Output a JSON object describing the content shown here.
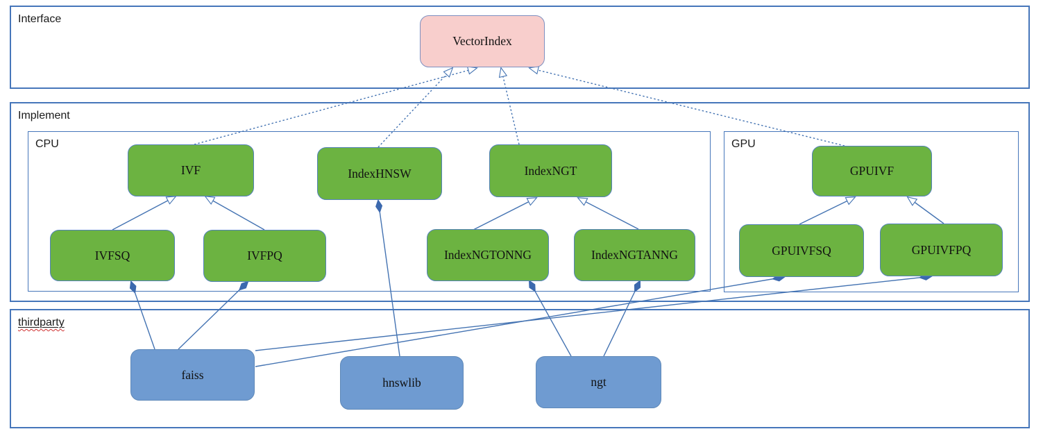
{
  "containers": {
    "interface": "Interface",
    "implement": "Implement",
    "cpu": "CPU",
    "gpu": "GPU",
    "thirdparty": "thirdparty"
  },
  "nodes": {
    "vectorindex": "VectorIndex",
    "ivf": "IVF",
    "indexhnsw": "IndexHNSW",
    "indexngt": "IndexNGT",
    "ivfsq": "IVFSQ",
    "ivfpq": "IVFPQ",
    "indexngtonng": "IndexNGTONNG",
    "indexngtanng": "IndexNGTANNG",
    "gpuivf": "GPUIVF",
    "gpuivfsq": "GPUIVFSQ",
    "gpuivfpq": "GPUIVFPQ",
    "faiss": "faiss",
    "hnswlib": "hnswlib",
    "ngt": "ngt"
  },
  "edges": [
    {
      "from": "ivf",
      "to": "vectorindex",
      "relation": "realization",
      "line": "dashed",
      "marker": "hollow-triangle"
    },
    {
      "from": "indexhnsw",
      "to": "vectorindex",
      "relation": "realization",
      "line": "dashed",
      "marker": "hollow-triangle"
    },
    {
      "from": "indexngt",
      "to": "vectorindex",
      "relation": "realization",
      "line": "dashed",
      "marker": "hollow-triangle"
    },
    {
      "from": "gpuivf",
      "to": "vectorindex",
      "relation": "realization",
      "line": "dashed",
      "marker": "hollow-triangle"
    },
    {
      "from": "ivfsq",
      "to": "ivf",
      "relation": "generalization",
      "line": "solid",
      "marker": "hollow-triangle"
    },
    {
      "from": "ivfpq",
      "to": "ivf",
      "relation": "generalization",
      "line": "solid",
      "marker": "hollow-triangle"
    },
    {
      "from": "indexngtonng",
      "to": "indexngt",
      "relation": "generalization",
      "line": "solid",
      "marker": "hollow-triangle"
    },
    {
      "from": "indexngtanng",
      "to": "indexngt",
      "relation": "generalization",
      "line": "solid",
      "marker": "hollow-triangle"
    },
    {
      "from": "gpuivfsq",
      "to": "gpuivf",
      "relation": "generalization",
      "line": "solid",
      "marker": "hollow-triangle"
    },
    {
      "from": "gpuivfpq",
      "to": "gpuivf",
      "relation": "generalization",
      "line": "solid",
      "marker": "hollow-triangle"
    },
    {
      "from": "faiss",
      "to": "ivfsq",
      "relation": "composition",
      "line": "solid",
      "marker": "filled-diamond"
    },
    {
      "from": "faiss",
      "to": "ivfpq",
      "relation": "composition",
      "line": "solid",
      "marker": "filled-diamond"
    },
    {
      "from": "faiss",
      "to": "gpuivfsq",
      "relation": "composition",
      "line": "solid",
      "marker": "filled-diamond"
    },
    {
      "from": "faiss",
      "to": "gpuivfpq",
      "relation": "composition",
      "line": "solid",
      "marker": "filled-diamond"
    },
    {
      "from": "hnswlib",
      "to": "indexhnsw",
      "relation": "composition",
      "line": "solid",
      "marker": "filled-diamond"
    },
    {
      "from": "ngt",
      "to": "indexngtonng",
      "relation": "composition",
      "line": "solid",
      "marker": "filled-diamond"
    },
    {
      "from": "ngt",
      "to": "indexngtanng",
      "relation": "composition",
      "line": "solid",
      "marker": "filled-diamond"
    }
  ],
  "colors": {
    "container_border": "#4676ba",
    "connector": "#4473b2",
    "interface_node_fill": "#f8cecc",
    "interface_node_border": "#7d8fc0",
    "implement_node_fill": "#6cb341",
    "implement_node_border": "#5381bb",
    "thirdparty_node_fill": "#6f9bd1",
    "thirdparty_node_border": "#5e88b8",
    "diamond_fill": "#3c69ae",
    "label_text": "#1a1a1a",
    "squiggle": "#d03030"
  }
}
